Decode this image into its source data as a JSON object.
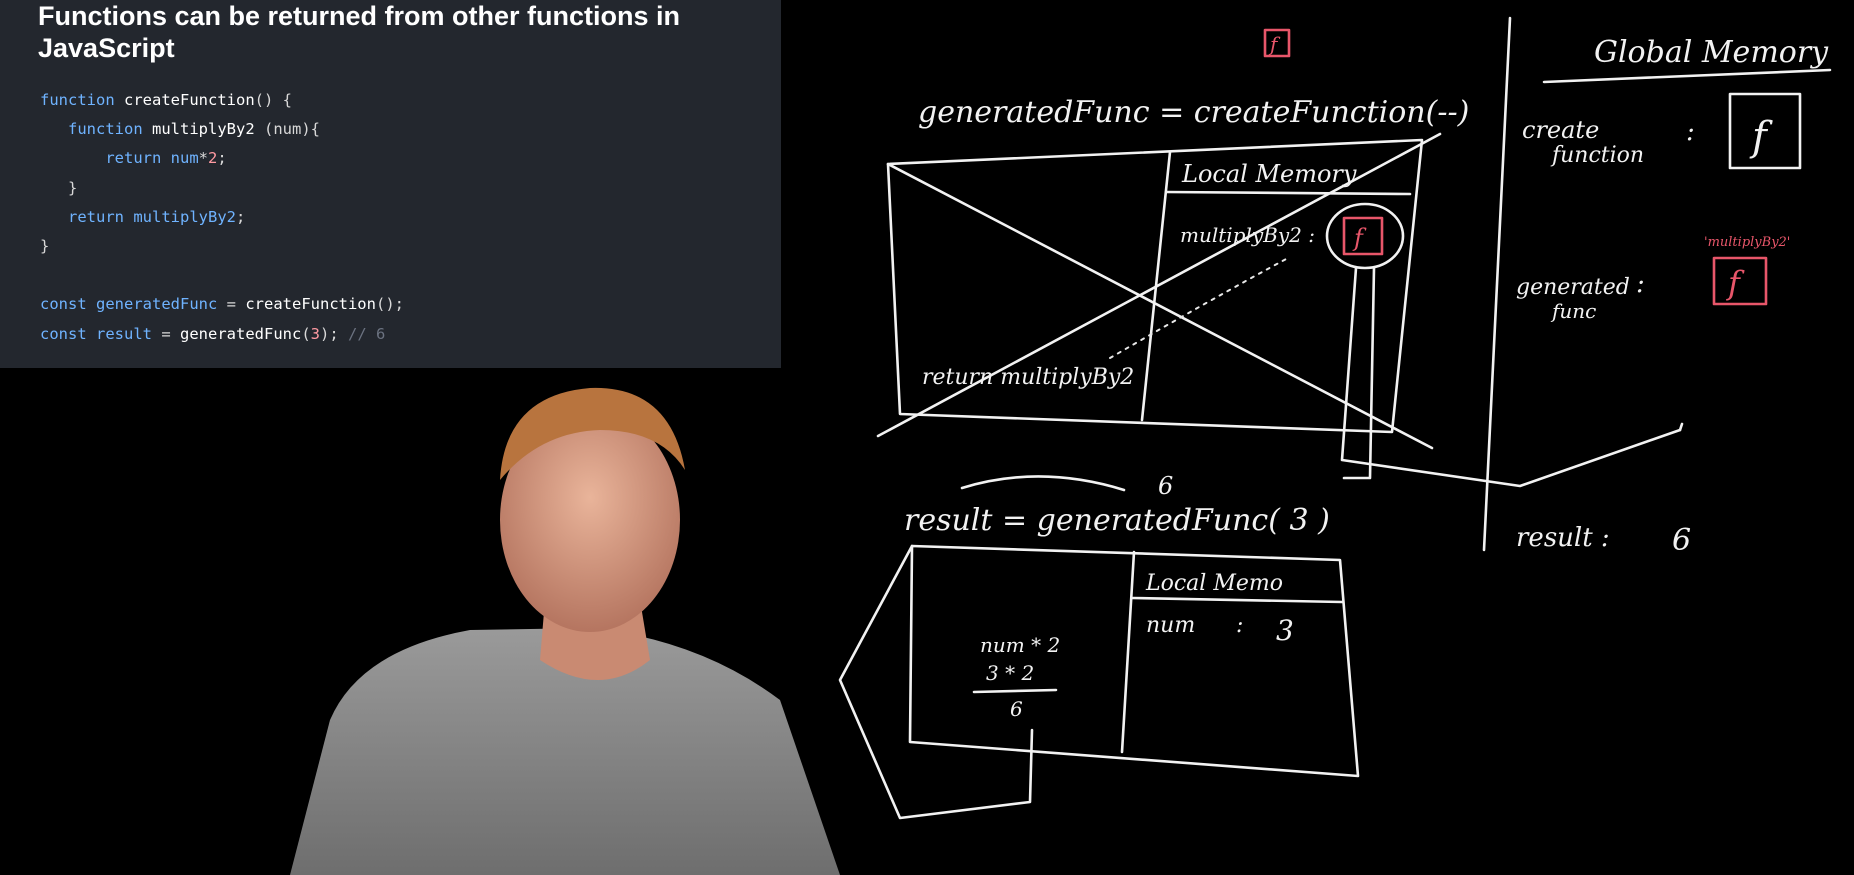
{
  "slide": {
    "title": "Functions can be returned from other functions in JavaScript"
  },
  "code": {
    "lines": [
      [
        {
          "t": "kw",
          "v": "function "
        },
        {
          "t": "fn",
          "v": "createFunction"
        },
        {
          "t": "pl",
          "v": "() {"
        }
      ],
      [
        {
          "t": "pl",
          "v": "   "
        },
        {
          "t": "kw",
          "v": "function "
        },
        {
          "t": "fn",
          "v": "multiplyBy2"
        },
        {
          "t": "pl",
          "v": " (num){"
        }
      ],
      [
        {
          "t": "pl",
          "v": "       "
        },
        {
          "t": "kw",
          "v": "return "
        },
        {
          "t": "kw",
          "v": "num"
        },
        {
          "t": "pl",
          "v": "*"
        },
        {
          "t": "num",
          "v": "2"
        },
        {
          "t": "pl",
          "v": ";"
        }
      ],
      [
        {
          "t": "pl",
          "v": "   }"
        }
      ],
      [
        {
          "t": "pl",
          "v": "   "
        },
        {
          "t": "kw",
          "v": "return "
        },
        {
          "t": "kw",
          "v": "multiplyBy2"
        },
        {
          "t": "pl",
          "v": ";"
        }
      ],
      [
        {
          "t": "pl",
          "v": "}"
        }
      ],
      [
        {
          "t": "pl",
          "v": ""
        }
      ],
      [
        {
          "t": "kw",
          "v": "const "
        },
        {
          "t": "kw",
          "v": "generatedFunc"
        },
        {
          "t": "pl",
          "v": " = "
        },
        {
          "t": "fn",
          "v": "createFunction"
        },
        {
          "t": "pl",
          "v": "();"
        }
      ],
      [
        {
          "t": "kw",
          "v": "const "
        },
        {
          "t": "kw",
          "v": "result"
        },
        {
          "t": "pl",
          "v": " = "
        },
        {
          "t": "fn",
          "v": "generatedFunc"
        },
        {
          "t": "pl",
          "v": "("
        },
        {
          "t": "num",
          "v": "3"
        },
        {
          "t": "pl",
          "v": "); "
        },
        {
          "t": "cm",
          "v": "// 6"
        }
      ]
    ]
  },
  "board": {
    "line1": "generatedFunc = createFunction(--)",
    "f_badge": "f",
    "local_memory_1": "Local Memory",
    "mulby2_label": "multiplyBy2 :",
    "return_text": "return multiplyBy2",
    "global_memory": "Global Memory",
    "create_function_label_1": "create",
    "create_function_label_2": "function",
    "colon": ":",
    "generated_label_1": "generated",
    "generated_label_2": "func",
    "multiplyby2_note": "'multiplyBy2'",
    "result_global": "result :",
    "result_global_value": "6",
    "result_line": "result = generatedFunc( 3 )",
    "six_above": "6",
    "local_memory_2": "Local Memo",
    "num_label": "num",
    "num_value": "3",
    "calc_1": "num * 2",
    "calc_2": "3 * 2",
    "calc_3": "6"
  }
}
